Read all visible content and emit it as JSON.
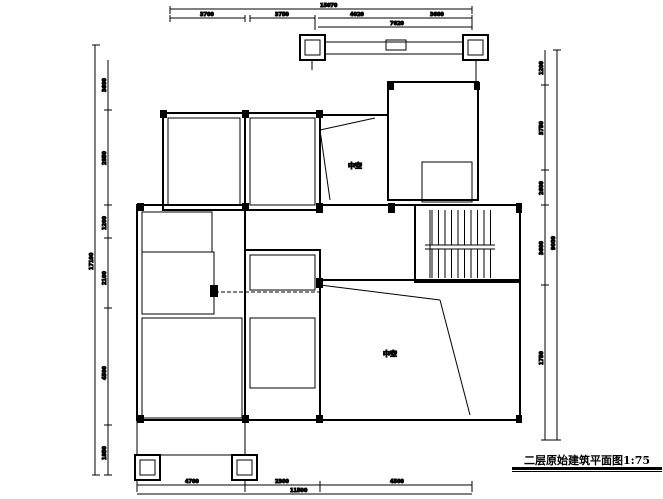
{
  "title": "二层原始建筑平面图1:75",
  "rooms": [
    "中空",
    "中空"
  ],
  "dims": {
    "top_total": "15070",
    "top": [
      "3700",
      "3750",
      "4020",
      "3600"
    ],
    "top_lower": "7620",
    "left_total": "17100",
    "left": [
      "3600",
      "2850",
      "1200",
      "2100",
      "4500",
      "1850"
    ],
    "right_total": "9000",
    "right": [
      "1200",
      "3750",
      "2600",
      "3600",
      "1750"
    ],
    "bottom_total": "11500",
    "bottom": [
      "4700",
      "2300",
      "4500"
    ]
  }
}
